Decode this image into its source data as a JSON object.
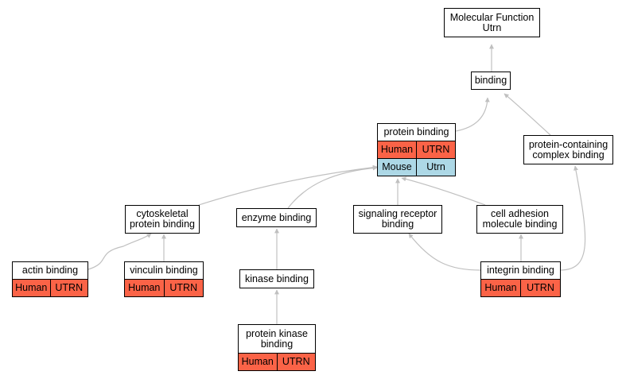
{
  "colors": {
    "human": "#fb6347",
    "mouse": "#add8e6",
    "edge": "#c0c0c0"
  },
  "nodes": {
    "molecular_function": {
      "label": "Molecular Function\nUtrn"
    },
    "binding": {
      "label": "binding"
    },
    "protein_binding": {
      "label": "protein binding",
      "human": {
        "species": "Human",
        "gene": "UTRN"
      },
      "mouse": {
        "species": "Mouse",
        "gene": "Utrn"
      }
    },
    "protein_containing_complex_binding": {
      "label": "protein-containing\ncomplex binding"
    },
    "cytoskeletal_protein_binding": {
      "label": "cytoskeletal\nprotein binding"
    },
    "enzyme_binding": {
      "label": "enzyme binding"
    },
    "signaling_receptor_binding": {
      "label": "signaling receptor\nbinding"
    },
    "cell_adhesion_molecule_binding": {
      "label": "cell adhesion\nmolecule binding"
    },
    "actin_binding": {
      "label": "actin binding",
      "human": {
        "species": "Human",
        "gene": "UTRN"
      }
    },
    "vinculin_binding": {
      "label": "vinculin binding",
      "human": {
        "species": "Human",
        "gene": "UTRN"
      }
    },
    "kinase_binding": {
      "label": "kinase binding"
    },
    "integrin_binding": {
      "label": "integrin binding",
      "human": {
        "species": "Human",
        "gene": "UTRN"
      }
    },
    "protein_kinase_binding": {
      "label": "protein kinase\nbinding",
      "human": {
        "species": "Human",
        "gene": "UTRN"
      }
    }
  },
  "edges": [
    {
      "from": "binding",
      "to": "molecular_function"
    },
    {
      "from": "protein_binding",
      "to": "binding"
    },
    {
      "from": "protein_containing_complex_binding",
      "to": "binding"
    },
    {
      "from": "cytoskeletal_protein_binding",
      "to": "protein_binding"
    },
    {
      "from": "enzyme_binding",
      "to": "protein_binding"
    },
    {
      "from": "signaling_receptor_binding",
      "to": "protein_binding"
    },
    {
      "from": "cell_adhesion_molecule_binding",
      "to": "protein_binding"
    },
    {
      "from": "actin_binding",
      "to": "cytoskeletal_protein_binding"
    },
    {
      "from": "vinculin_binding",
      "to": "cytoskeletal_protein_binding"
    },
    {
      "from": "kinase_binding",
      "to": "enzyme_binding"
    },
    {
      "from": "protein_kinase_binding",
      "to": "kinase_binding"
    },
    {
      "from": "integrin_binding",
      "to": "signaling_receptor_binding"
    },
    {
      "from": "integrin_binding",
      "to": "cell_adhesion_molecule_binding"
    },
    {
      "from": "integrin_binding",
      "to": "protein_containing_complex_binding"
    }
  ]
}
